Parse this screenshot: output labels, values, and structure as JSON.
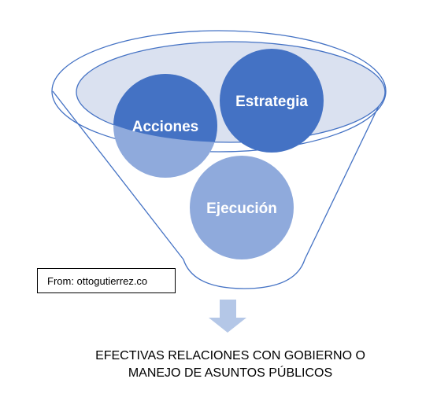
{
  "diagram": {
    "circles": [
      {
        "id": "acciones",
        "label": "Acciones"
      },
      {
        "id": "estrategia",
        "label": "Estrategia"
      },
      {
        "id": "ejecucion",
        "label": "Ejecución"
      }
    ],
    "source_label": "From: ottogutierrez.co",
    "caption_lines": [
      "EFECTIVAS RELACIONES CON GOBIERNO O",
      "MANEJO DE ASUNTOS PÚBLICOS"
    ]
  },
  "colors": {
    "funnel_outline": "#4472C4",
    "rim_fill": "#DAE1F0",
    "circle_dark": "#4472C4",
    "circle_light": "#8FAADC",
    "arrow": "#B4C7E7",
    "label_text": "#FFFFFF"
  }
}
